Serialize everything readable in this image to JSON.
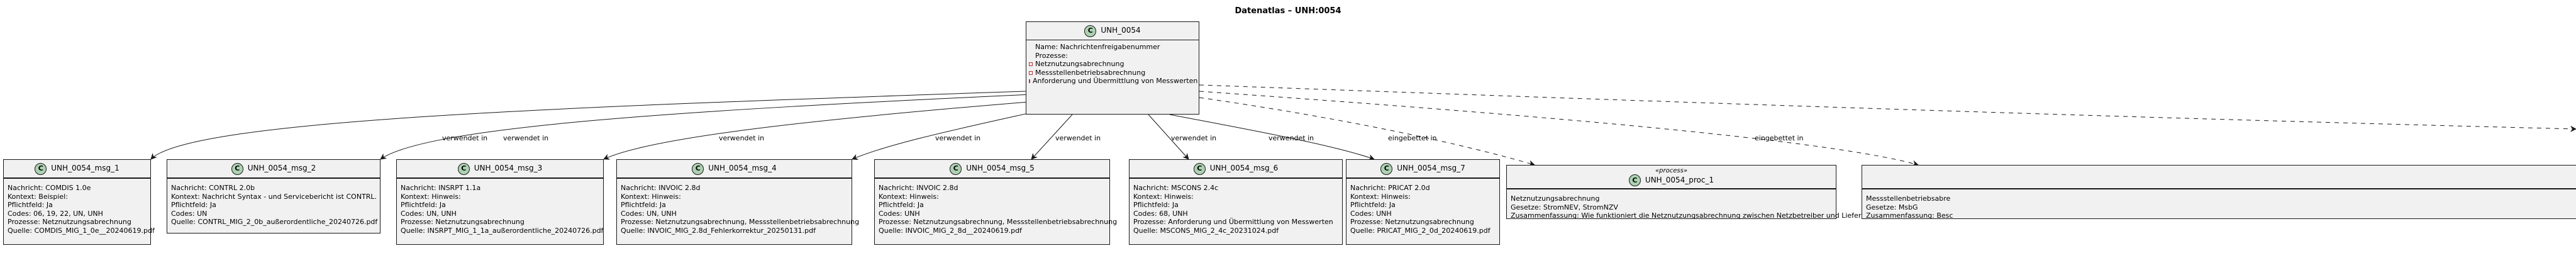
{
  "diagram": {
    "title": "Datenatlas – UNH:0054"
  },
  "center": {
    "name": "UNH_0054",
    "fields": [
      "Name: Nachrichtenfreigabenummer",
      "Prozesse:"
    ],
    "methods": [
      "Netznutzungsabrechnung",
      "Messstellenbetriebsabrechnung",
      "Anforderung und Übermittlung von Messwerten"
    ]
  },
  "edge_labels": {
    "used_in": "verwendet in",
    "embedded_in": "eingebettet in"
  },
  "messages": [
    {
      "name": "UNH_0054_msg_1",
      "lines": [
        "Nachricht: COMDIS 1.0e",
        "Kontext: Beispiel:",
        "Pflichtfeld: Ja",
        "Codes: 06, 19, 22, UN, UNH",
        "Prozesse: Netznutzungsabrechnung",
        "Quelle: COMDIS_MIG_1_0e__20240619.pdf"
      ]
    },
    {
      "name": "UNH_0054_msg_2",
      "lines": [
        "Nachricht: CONTRL 2.0b",
        "Kontext: Nachricht Syntax -  und Servicebericht ist CONTRL.",
        "Pflichtfeld: Ja",
        "Codes: UN",
        "Quelle: CONTRL_MIG_2_0b_außerordentliche_20240726.pdf"
      ]
    },
    {
      "name": "UNH_0054_msg_3",
      "lines": [
        "Nachricht: INSRPT 1.1a",
        "Kontext: Hinweis:",
        "Pflichtfeld: Ja",
        "Codes: UN, UNH",
        "Prozesse: Netznutzungsabrechnung",
        "Quelle: INSRPT_MIG_1_1a_außerordentliche_20240726.pdf"
      ]
    },
    {
      "name": "UNH_0054_msg_4",
      "lines": [
        "Nachricht: INVOIC 2.8d",
        "Kontext: Hinweis:",
        "Pflichtfeld: Ja",
        "Codes: UN, UNH",
        "Prozesse: Netznutzungsabrechnung, Messstellenbetriebsabrechnung",
        "Quelle: INVOIC_MIG_2.8d_Fehlerkorrektur_20250131.pdf"
      ]
    },
    {
      "name": "UNH_0054_msg_5",
      "lines": [
        "Nachricht: INVOIC 2.8d",
        "Kontext: Hinweis:",
        "Pflichtfeld: Ja",
        "Codes: UNH",
        "Prozesse: Netznutzungsabrechnung, Messstellenbetriebsabrechnung",
        "Quelle: INVOIC_MIG_2_8d__20240619.pdf"
      ]
    },
    {
      "name": "UNH_0054_msg_6",
      "lines": [
        "Nachricht: MSCONS 2.4c",
        "Kontext: Hinweis:",
        "Pflichtfeld: Ja",
        "Codes: 68, UNH",
        "Prozesse: Anforderung und Übermittlung von Messwerten",
        "Quelle: MSCONS_MIG_2_4c_20231024.pdf"
      ]
    },
    {
      "name": "UNH_0054_msg_7",
      "lines": [
        "Nachricht: PRICAT 2.0d",
        "Kontext: Hinweis:",
        "Pflichtfeld: Ja",
        "Codes: UNH",
        "Prozesse: Netznutzungsabrechnung",
        "Quelle: PRICAT_MIG_2_0d_20240619.pdf"
      ]
    }
  ],
  "processes": [
    {
      "stereotype": "«process»",
      "name": "UNH_0054_proc_1",
      "lines": [
        "Netznutzungsabrechnung",
        "Gesetze: StromNEV, StromNZV",
        "Zusammenfassung: Wie funktioniert die Netznutzungsabrechnung zwischen Netzbetreiber und Lieferant?"
      ]
    },
    {
      "stereotype": "",
      "name": "",
      "lines": [
        "Messstellenbetriebsabre",
        "Gesetze: MsbG",
        "Zusammenfassung: Besc"
      ]
    }
  ]
}
